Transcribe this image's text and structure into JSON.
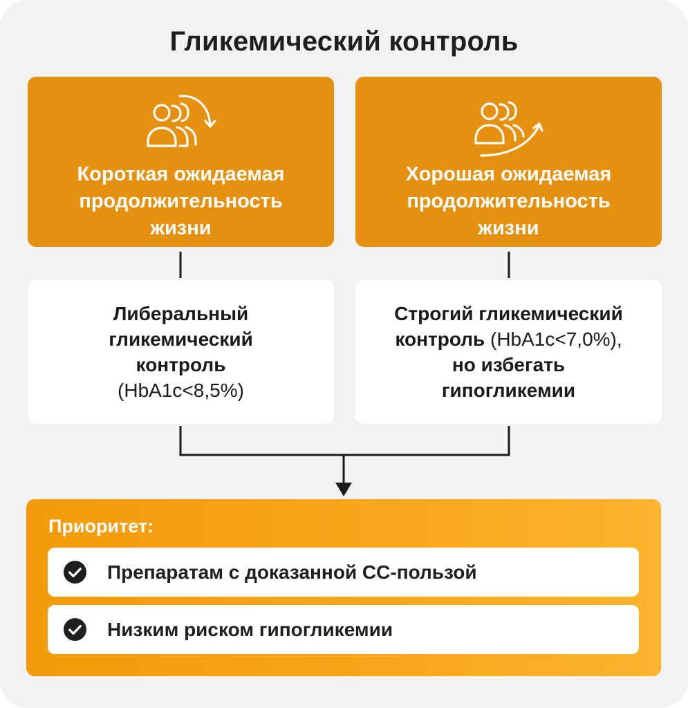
{
  "title": "Гликемический контроль",
  "columns": [
    {
      "header_lines": [
        "Короткая ожидаемая",
        "продолжительность",
        "жизни"
      ],
      "icon": "people-trend-down-icon",
      "recommendation": {
        "bold_lines": [
          "Либеральный",
          "гликемический",
          "контроль"
        ],
        "regular_line": "(HbA1c<8,5%)"
      }
    },
    {
      "header_lines": [
        "Хорошая ожидаемая",
        "продолжительность",
        "жизни"
      ],
      "icon": "people-trend-up-icon",
      "recommendation": {
        "line1": "Строгий гликемический",
        "line2_bold": "контроль",
        "line2_regular": " (HbA1c<7,0%),",
        "line3": "но избегать",
        "line4": "гипогликемии"
      }
    }
  ],
  "priority": {
    "heading": "Приоритет:",
    "items": [
      "Препаратам с доказанной СС-пользой",
      "Низким риском гипогликемии"
    ]
  },
  "colors": {
    "header_orange": "#e5900f",
    "priority_orange": "#f8a61a",
    "background": "#f2f2f2",
    "line": "#1a1a1a"
  }
}
